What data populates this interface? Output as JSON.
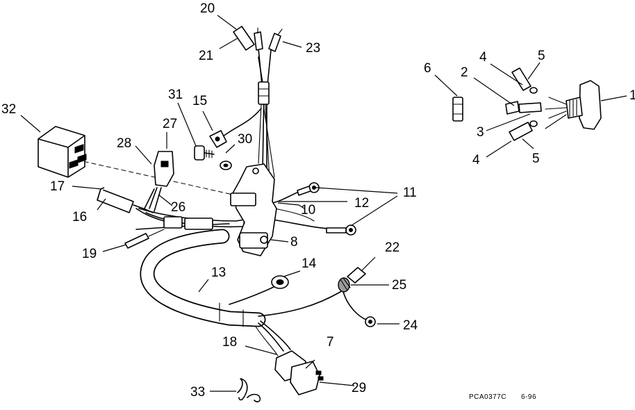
{
  "callouts": [
    {
      "id": "c1",
      "text": "1"
    },
    {
      "id": "c2",
      "text": "2"
    },
    {
      "id": "c3",
      "text": "3"
    },
    {
      "id": "c4a",
      "text": "4"
    },
    {
      "id": "c4b",
      "text": "4"
    },
    {
      "id": "c5a",
      "text": "5"
    },
    {
      "id": "c5b",
      "text": "5"
    },
    {
      "id": "c6",
      "text": "6"
    },
    {
      "id": "c7",
      "text": "7"
    },
    {
      "id": "c8",
      "text": "8"
    },
    {
      "id": "c10",
      "text": "10"
    },
    {
      "id": "c11",
      "text": "11"
    },
    {
      "id": "c12",
      "text": "12"
    },
    {
      "id": "c13",
      "text": "13"
    },
    {
      "id": "c14",
      "text": "14"
    },
    {
      "id": "c15",
      "text": "15"
    },
    {
      "id": "c16",
      "text": "16"
    },
    {
      "id": "c17",
      "text": "17"
    },
    {
      "id": "c18",
      "text": "18"
    },
    {
      "id": "c19",
      "text": "19"
    },
    {
      "id": "c20",
      "text": "20"
    },
    {
      "id": "c21",
      "text": "21"
    },
    {
      "id": "c22",
      "text": "22"
    },
    {
      "id": "c23",
      "text": "23"
    },
    {
      "id": "c24",
      "text": "24"
    },
    {
      "id": "c25",
      "text": "25"
    },
    {
      "id": "c26",
      "text": "26"
    },
    {
      "id": "c27",
      "text": "27"
    },
    {
      "id": "c28",
      "text": "28"
    },
    {
      "id": "c29",
      "text": "29"
    },
    {
      "id": "c30",
      "text": "30"
    },
    {
      "id": "c31",
      "text": "31"
    },
    {
      "id": "c32",
      "text": "32"
    },
    {
      "id": "c33",
      "text": "33"
    }
  ],
  "figure_code": "PCA0377C",
  "figure_date": "6-96"
}
